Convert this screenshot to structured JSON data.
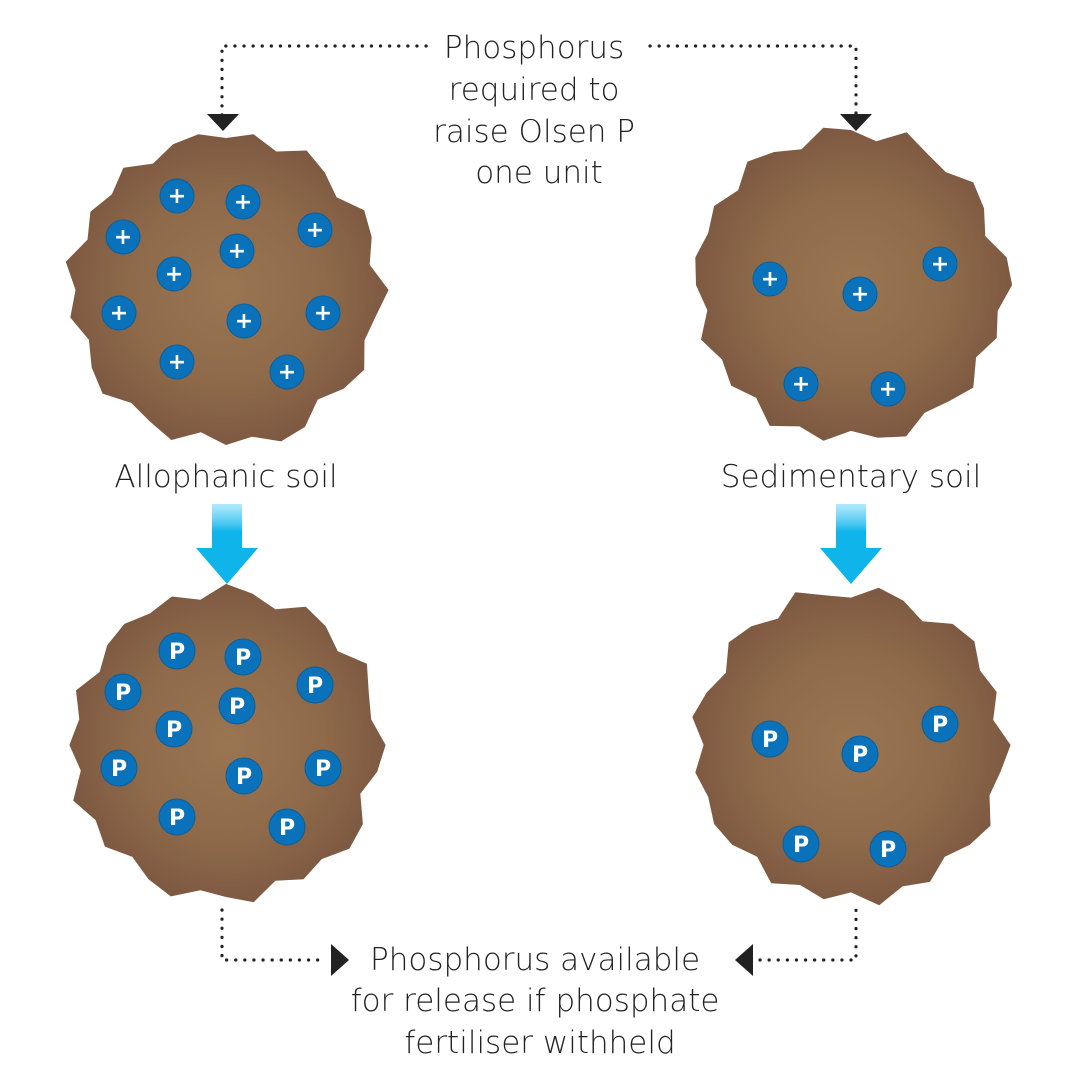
{
  "colors": {
    "soil_center": "#9a7552",
    "soil_edge": "#7a5540",
    "badge": "#0a72bb",
    "badge_text": "#ffffff",
    "arrow": "#0fb4ea",
    "text": "#222222"
  },
  "top_label": [
    "Phosphorus",
    "required to",
    "raise Olsen P",
    "one unit"
  ],
  "bottom_label": [
    "Phosphorus available",
    "for release if phosphate",
    "fertiliser withheld"
  ],
  "soils": [
    {
      "name": "Allophanic soil",
      "charge_symbol": "+",
      "phosphate_symbol": "P",
      "site_count": 11
    },
    {
      "name": "Sedimentary soil",
      "charge_symbol": "+",
      "phosphate_symbol": "P",
      "site_count": 5
    }
  ],
  "icons": {
    "down_arrow": "blue-down-arrow-icon",
    "pointer": "black-triangle-pointer-icon"
  }
}
